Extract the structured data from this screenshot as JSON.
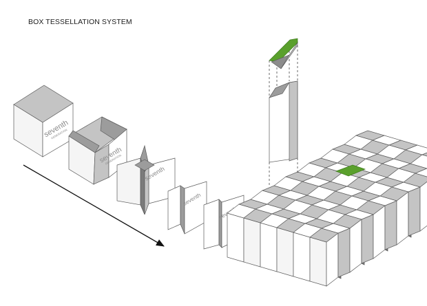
{
  "title": "BOX TESSELLATION SYSTEM",
  "brand": {
    "word": "seventh",
    "sub": "GENERATION"
  },
  "colors": {
    "accent_green": "#5aa02c",
    "stroke": "#5a5a5a",
    "arrow": "#111111"
  },
  "stages": [
    {
      "id": "closed-box"
    },
    {
      "id": "pinched-box"
    },
    {
      "id": "star-fold"
    },
    {
      "id": "flat-fold"
    },
    {
      "id": "flat-panel"
    }
  ]
}
